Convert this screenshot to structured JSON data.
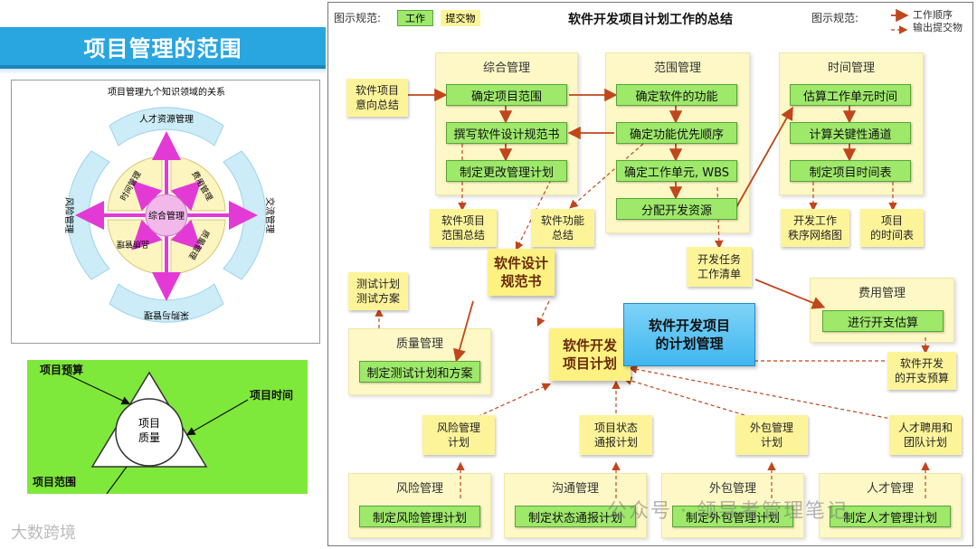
{
  "left": {
    "title": "项目管理的范围",
    "ring": {
      "caption": "项目管理九个知识领域的关系",
      "center": "综合管理",
      "outer_top": "人才资源管理",
      "outer_left": "风险管理",
      "outer_right": "交流管理",
      "outer_bottom": "采购与管理",
      "inner_tl": "时间管理",
      "inner_tr": "费用管理",
      "inner_bl": "品质管理",
      "inner_br": "质量管理"
    },
    "triangle": {
      "budget": "项目预算",
      "time": "项目时间",
      "scope": "项目范围",
      "quality_line1": "项目",
      "quality_line2": "质量"
    },
    "watermark": "大数跨境"
  },
  "diagram": {
    "title": "软件开发项目计划工作的总结",
    "legend_left": {
      "label": "图示规范:",
      "work": "工作",
      "deliverable": "提交物"
    },
    "legend_right": {
      "label": "图示规范:",
      "order": "工作顺序",
      "output": "输出提交物"
    },
    "groups": {
      "integration": {
        "title": "综合管理",
        "items": [
          "确定项目范围",
          "撰写软件设计规范书",
          "制定更改管理计划"
        ]
      },
      "scope": {
        "title": "范围管理",
        "items": [
          "确定软件的功能",
          "确定功能优先顺序",
          "确定工作单元, WBS",
          "分配开发资源"
        ]
      },
      "time": {
        "title": "时间管理",
        "items": [
          "估算工作单元时间",
          "计算关键性通道",
          "制定项目时间表"
        ]
      },
      "cost": {
        "title": "费用管理",
        "items": [
          "进行开支估算"
        ]
      },
      "quality": {
        "title": "质量管理",
        "items": [
          "制定测试计划和方案"
        ]
      },
      "risk": {
        "title": "风险管理",
        "items": [
          "制定风险管理计划"
        ]
      },
      "comm": {
        "title": "沟通管理",
        "items": [
          "制定状态通报计划"
        ]
      },
      "procure": {
        "title": "外包管理",
        "items": [
          "制定外包管理计划"
        ]
      },
      "hr": {
        "title": "人才管理",
        "items": [
          "制定人才管理计划"
        ]
      }
    },
    "notes": {
      "intent": "软件项目\n意向总结",
      "scope_summary": "软件项目\n范围总结",
      "func_summary": "软件功能\n总结",
      "spec": "软件设计\n规范书",
      "task_list": "开发任务\n工作清单",
      "seq_network": "开发工作\n秩序网络图",
      "timetable": "项目\n的时间表",
      "test_plan": "测试计划\n测试方案",
      "plan": "软件开发\n项目计划",
      "budget": "软件开发\n的开支预算",
      "risk_plan": "风险管理\n计划",
      "status_plan": "项目状态\n通报计划",
      "outsource_plan": "外包管理\n计划",
      "hr_plan": "人才聘用和\n团队计划"
    },
    "center": "软件开发项目\n的计划管理",
    "watermark": "公众号 · 领导者管理笔记"
  },
  "colors": {
    "title_bar": "#29a6e0",
    "work": "#9ee86a",
    "note": "#fdf49a",
    "group": "#fdf8c6",
    "arrow": "#c0461b",
    "triangle_bg": "#7ee83b"
  }
}
